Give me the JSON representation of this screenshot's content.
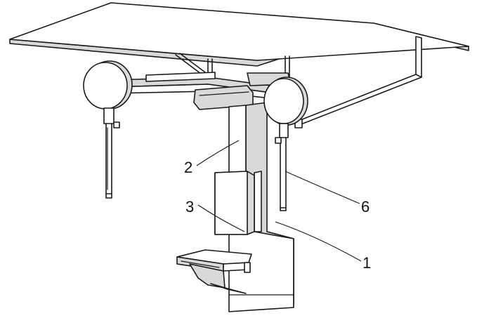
{
  "labels": {
    "ref_1": "1",
    "ref_2": "2",
    "ref_3": "3",
    "ref_6": "6"
  },
  "colors": {
    "line": "#1a1a1a",
    "shade_light": "#d9d9d9",
    "shade_dark": "#8c8c8c"
  }
}
